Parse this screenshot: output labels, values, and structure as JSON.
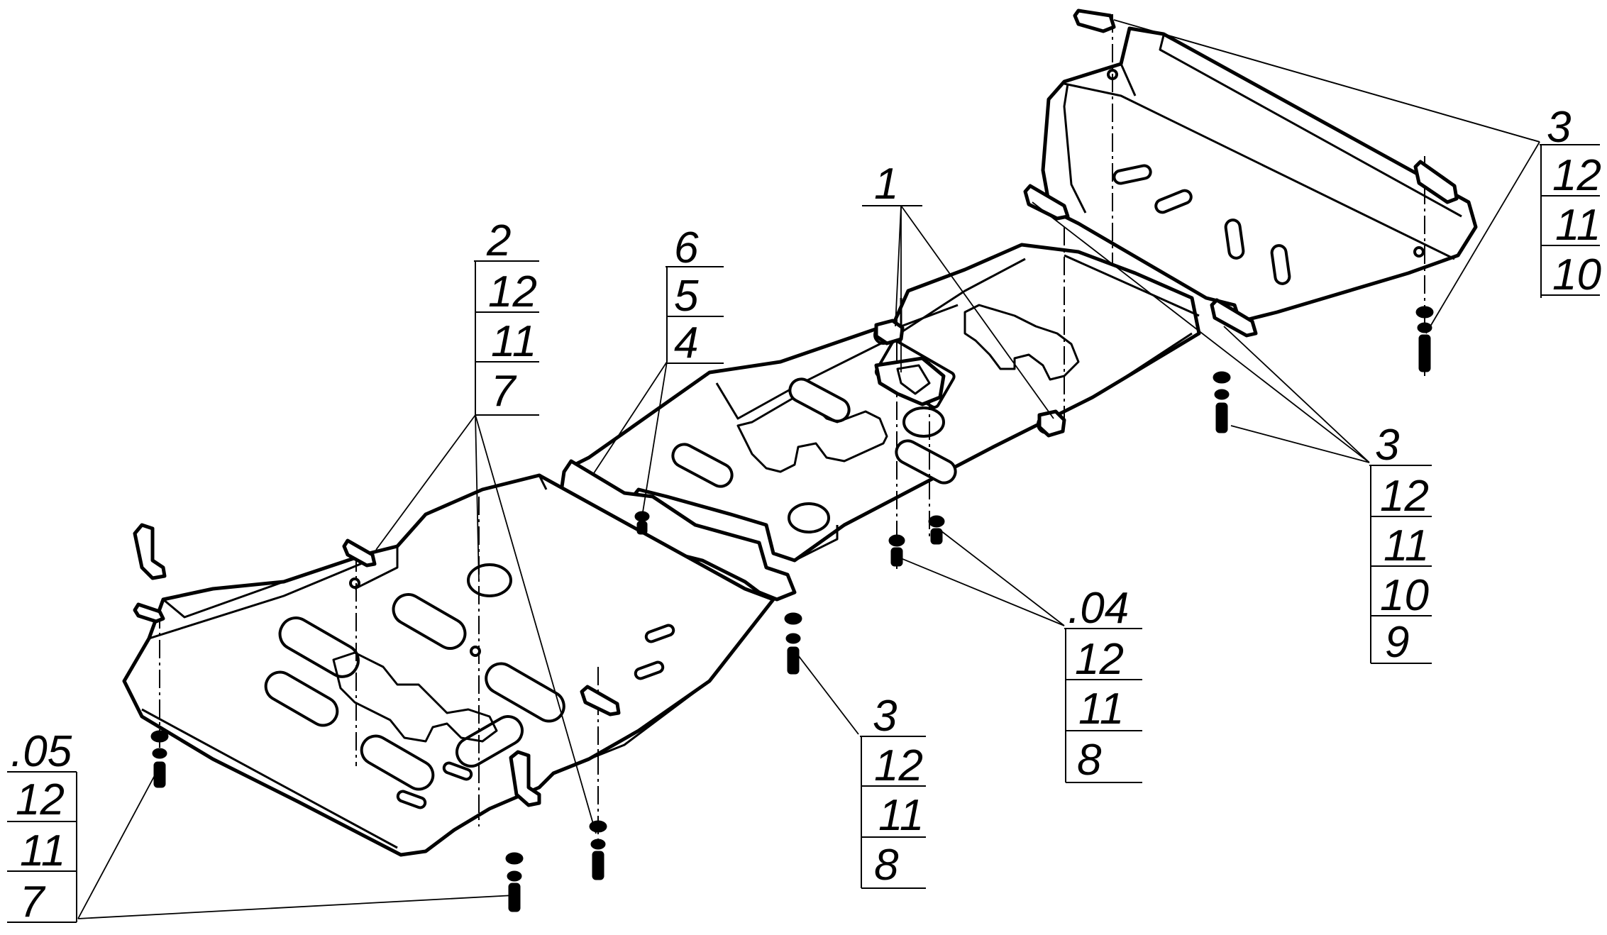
{
  "callouts": [
    {
      "id": "c1",
      "top": "3",
      "rows": [
        "12",
        "11",
        "10"
      ]
    },
    {
      "id": "c2",
      "top": "3",
      "rows": [
        "12",
        "11",
        "10",
        "9"
      ]
    },
    {
      "id": "c3",
      "top": "1",
      "rows": []
    },
    {
      "id": "c4",
      "top": "6",
      "rows": [
        "5",
        "4"
      ]
    },
    {
      "id": "c5",
      "top": "2",
      "rows": [
        "12",
        "11",
        "7"
      ]
    },
    {
      "id": "c6",
      "top": ".04",
      "rows": [
        "12",
        "11",
        "8"
      ]
    },
    {
      "id": "c7",
      "top": "3",
      "rows": [
        "12",
        "11",
        "8"
      ]
    },
    {
      "id": "c8",
      "top": ".05",
      "rows": [
        "12",
        "11",
        "7"
      ]
    }
  ],
  "colors": {
    "ink": "#000000",
    "paper": "#ffffff"
  }
}
